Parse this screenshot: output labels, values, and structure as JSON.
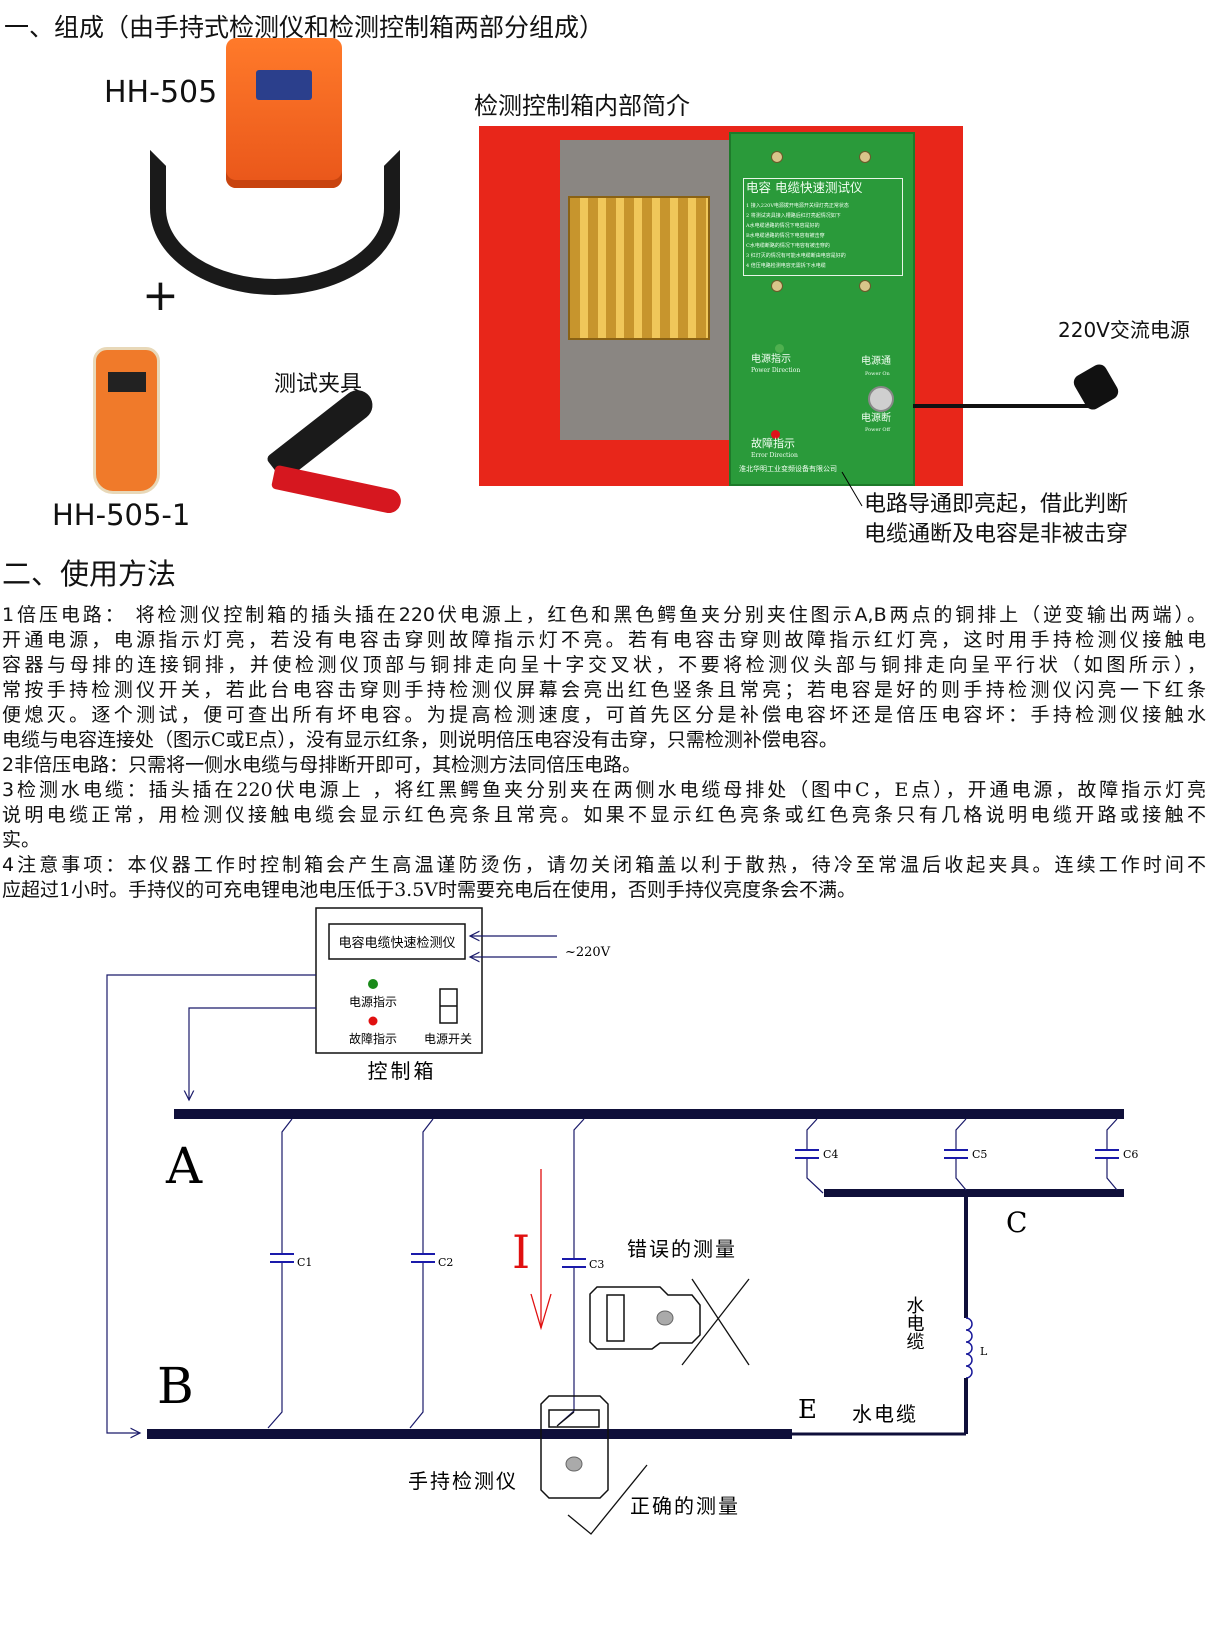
{
  "section1": {
    "heading": "一、组成（由手持式检测仪和检测控制箱两部分组成）",
    "model_main": "HH-505",
    "plus": "+",
    "model_handheld": "HH-505-1",
    "clamp_label": "测试夹具",
    "box_title": "检测控制箱内部简介",
    "power_label": "220V交流电源",
    "callout": [
      "电路导通即亮起，借此判断",
      "电缆通断及电容是非被击穿"
    ],
    "panel": {
      "title": "电容 电缆快速测试仪",
      "instructions": [
        "1 接入220V电源拨开电源开关绿灯亮正常状态",
        "2 将测试夹具接入槽路后红灯亮起情况如下",
        "A水电缆通路的情况下电容是好的",
        "B水电缆通路的情况下电容有被击穿",
        "C水电缆断路的情况下电容有被击穿的",
        "3 红灯灭的情况有可能水电缆断由电容是好的",
        "4 倍压电路检测电容无需拆下水电缆"
      ],
      "power_indicator": "电源指示",
      "power_indicator_en": "Power Direction",
      "power_on": "电源通",
      "power_on_en": "Power On",
      "power_off": "电源断",
      "power_off_en": "Power Off",
      "fault_indicator": "故障指示",
      "fault_indicator_en": "Error Direction",
      "company": "淮北华明工业变频设备有限公司"
    }
  },
  "section2": {
    "heading": "二、使用方法",
    "paragraphs": [
      {
        "label": "1倍压电路：",
        "lines": [
          "  将检测仪控制箱的插头插在220伏电源上，红色和黑色鳄鱼夹分别夹住图示A,B两点的铜排上（逆变输出两端）。",
          "开通电源，电源指示灯亮，若没有电容击穿则故障指示灯不亮。若有电容击穿则故障指示红灯亮，这时用手持检测仪接触电",
          "容器与母排的连接铜排，并使检测仪顶部与铜排走向呈十字交叉状，不要将检测仪头部与铜排走向呈平行状（如图所示），",
          "常按手持检测仪开关，若此台电容击穿则手持检测仪屏幕会亮出红色竖条且常亮；若电容是好的则手持检测仪闪亮一下红条",
          "便熄灭。逐个测试，便可查出所有坏电容。为提高检测速度，可首先区分是补偿电容坏还是倍压电容坏：手持检测仪接触水",
          "电缆与电容连接处（图示C或E点），没有显示红条，则说明倍压电容没有击穿，只需检测补偿电容。"
        ]
      },
      {
        "label": "2非倍压电路：",
        "lines": [
          "只需将一侧水电缆与母排断开即可，其检测方法同倍压电路。"
        ]
      },
      {
        "label": "3检测水电缆：",
        "lines": [
          "插头插在220伏电源上 ，将红黑鳄鱼夹分别夹在两侧水电缆母排处（图中C，E点），开通电源，故障指示灯亮",
          "说明电缆正常，用检测仪接触电缆会显示红色亮条且常亮。如果不显示红色亮条或红色亮条只有几格说明电缆开路或接触不",
          "实。"
        ]
      },
      {
        "label": "4注意事项：",
        "lines": [
          "本仪器工作时控制箱会产生高温谨防烫伤，请勿关闭箱盖以利于散热，待冷至常温后收起夹具。连续工作时间不",
          "应超过1小时。手持仪的可充电锂电池电压低于3.5V时需要充电后在使用，否则手持仪亮度条会不满。"
        ]
      }
    ]
  },
  "diagram": {
    "device_title": "电容电缆快速检测仪",
    "supply": "~220V",
    "power_indicator": "电源指示",
    "fault_indicator": "故障指示",
    "power_switch": "电源开关",
    "control_box": "控制箱",
    "point_a": "A",
    "point_b": "B",
    "point_c": "C",
    "point_e": "E",
    "current": "I",
    "capacitors": [
      "C1",
      "C2",
      "C3",
      "C4",
      "C5",
      "C6"
    ],
    "inductor": "L",
    "water_cable_vertical": "水电缆",
    "water_cable": "水电缆",
    "wrong_measure": "错误的测量",
    "right_measure": "正确的测量",
    "handheld": "手持检测仪",
    "colors": {
      "bus": "#0f0f3a",
      "wire": "#1a1a6a",
      "current": "#e01010",
      "power_led": "#1a8a1a",
      "fault_led": "#e01010"
    }
  }
}
